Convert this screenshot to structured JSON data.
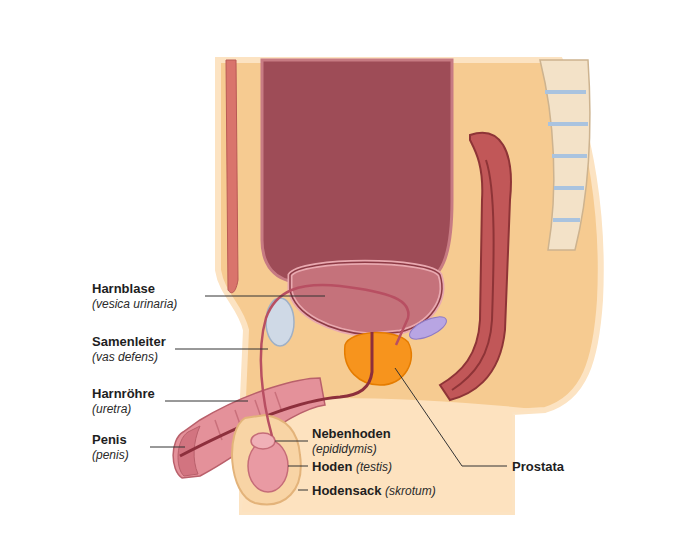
{
  "diagram": {
    "labels": [
      "Harnblase",
      "(vesica urinaria)",
      "Samenleiter",
      "(vas defens)",
      "Harnröhre",
      "(uretra)",
      "Penis",
      "(penis)",
      "Nebenhoden",
      "(epididymis)",
      "Hoden",
      "(testis)",
      "Hodensack",
      "(skrotum)",
      "Prostata"
    ]
  }
}
